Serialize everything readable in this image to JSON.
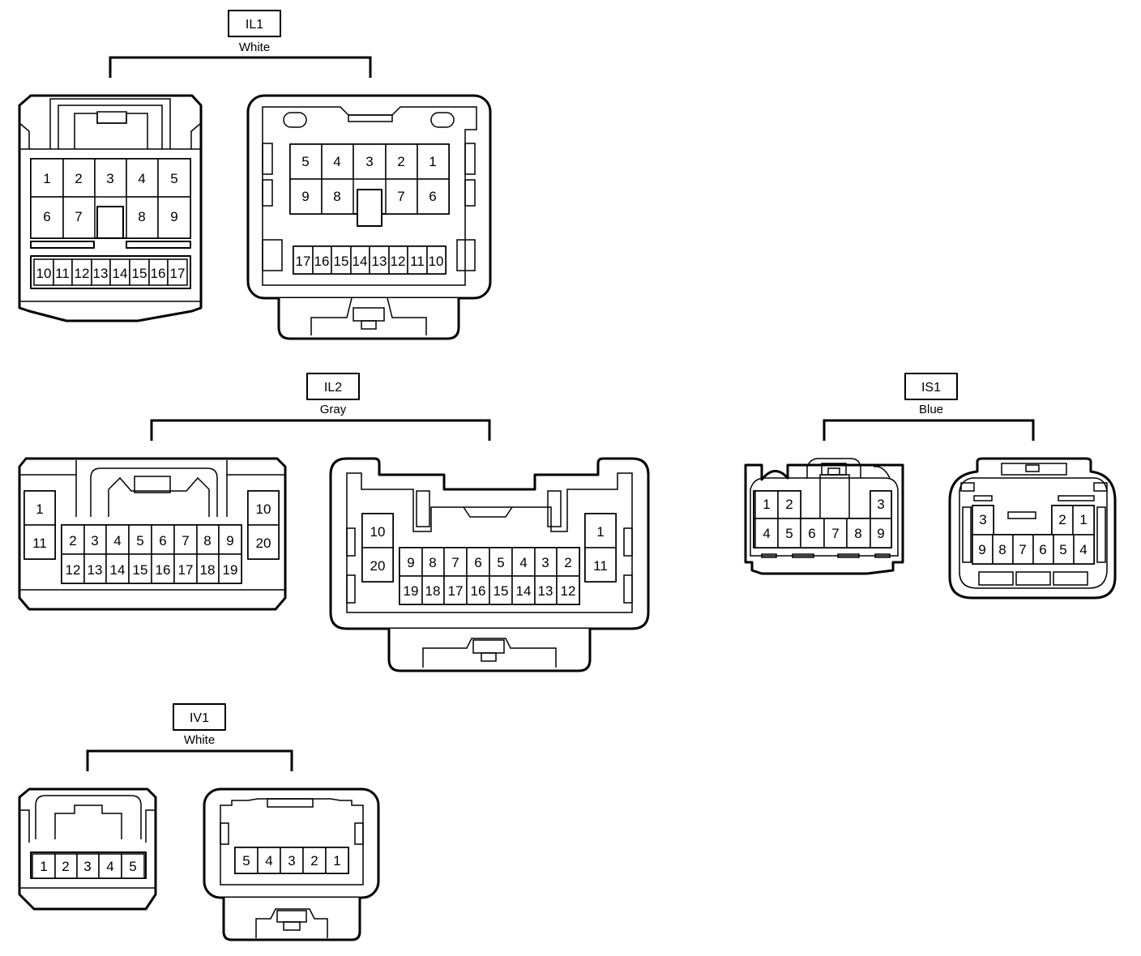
{
  "connectors": {
    "IL1": {
      "code": "IL1",
      "color": "White",
      "left": {
        "top": [
          "1",
          "2",
          "3",
          "4",
          "5"
        ],
        "mid": [
          "6",
          "7",
          "8",
          "9"
        ],
        "bottom": [
          "10",
          "11",
          "12",
          "13",
          "14",
          "15",
          "16",
          "17"
        ]
      },
      "right": {
        "top": [
          "5",
          "4",
          "3",
          "2",
          "1"
        ],
        "mid": [
          "9",
          "8",
          "7",
          "6"
        ],
        "bottom": [
          "17",
          "16",
          "15",
          "14",
          "13",
          "12",
          "11",
          "10"
        ]
      }
    },
    "IL2": {
      "code": "IL2",
      "color": "Gray",
      "left": {
        "side_left": [
          "1",
          "11"
        ],
        "side_right": [
          "10",
          "20"
        ],
        "top": [
          "2",
          "3",
          "4",
          "5",
          "6",
          "7",
          "8",
          "9"
        ],
        "bottom": [
          "12",
          "13",
          "14",
          "15",
          "16",
          "17",
          "18",
          "19"
        ]
      },
      "right": {
        "side_left": [
          "10",
          "20"
        ],
        "side_right": [
          "1",
          "11"
        ],
        "top": [
          "9",
          "8",
          "7",
          "6",
          "5",
          "4",
          "3",
          "2"
        ],
        "bottom": [
          "19",
          "18",
          "17",
          "16",
          "15",
          "14",
          "13",
          "12"
        ]
      }
    },
    "IS1": {
      "code": "IS1",
      "color": "Blue",
      "left": {
        "top": [
          "1",
          "2",
          "3"
        ],
        "bottom": [
          "4",
          "5",
          "6",
          "7",
          "8",
          "9"
        ]
      },
      "right": {
        "top": [
          "3",
          "2",
          "1"
        ],
        "bottom": [
          "9",
          "8",
          "7",
          "6",
          "5",
          "4"
        ]
      }
    },
    "IV1": {
      "code": "IV1",
      "color": "White",
      "left": {
        "row": [
          "1",
          "2",
          "3",
          "4",
          "5"
        ]
      },
      "right": {
        "row": [
          "5",
          "4",
          "3",
          "2",
          "1"
        ]
      }
    }
  }
}
